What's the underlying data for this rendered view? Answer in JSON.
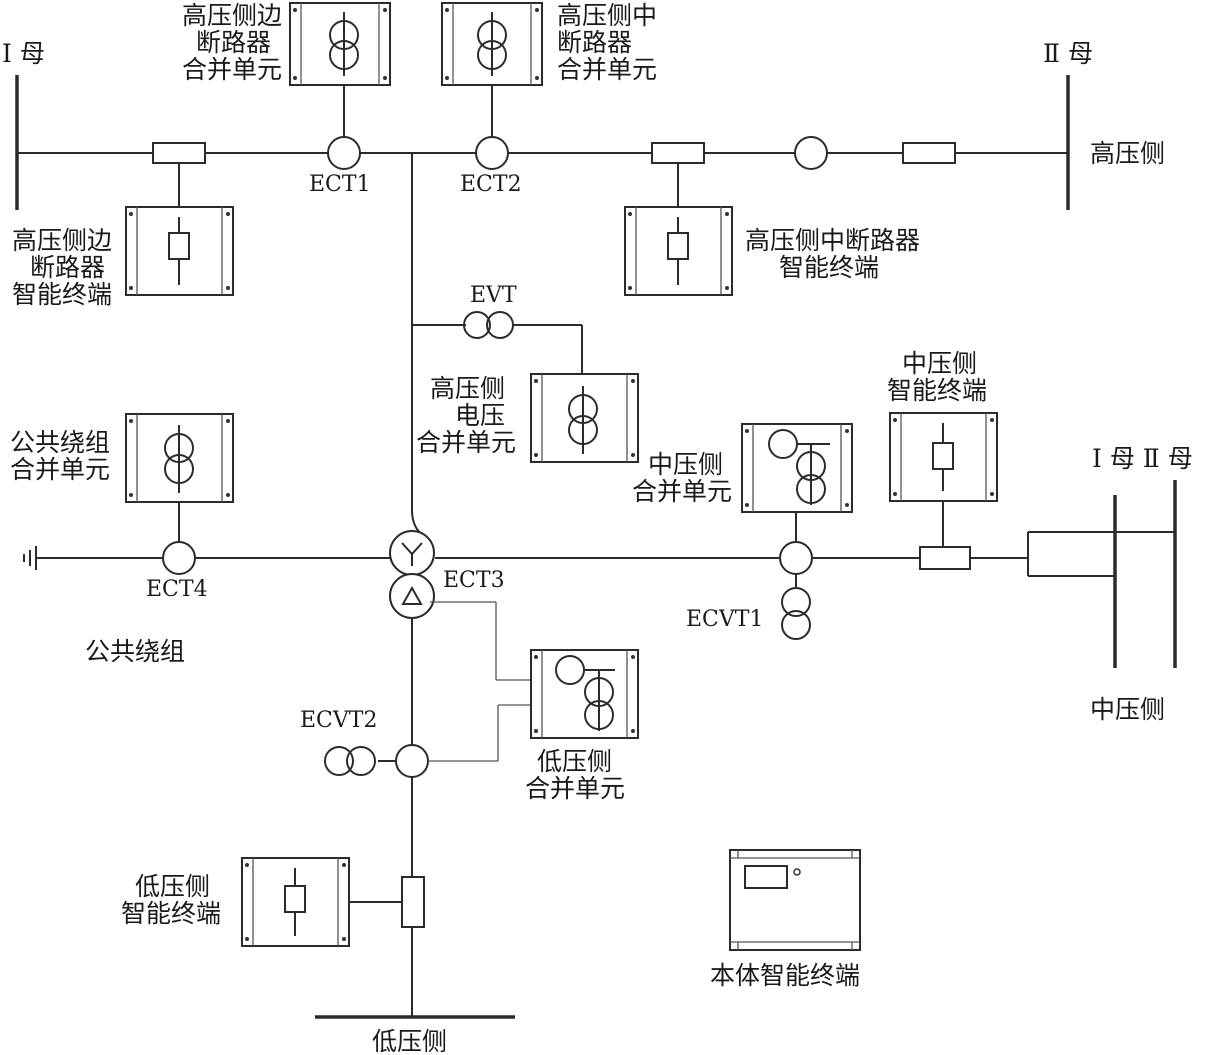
{
  "labels": {
    "hv_bus_i": "Ⅰ 母",
    "hv_bus_ii": "Ⅱ 母",
    "hv_side": "高压侧",
    "mv_bus": "Ⅰ 母 Ⅱ 母",
    "mv_side": "中压侧",
    "lv_side": "低压侧",
    "common_winding": "公共绕组",
    "body_terminal": "本体智能终端"
  },
  "devices": {
    "hv_side_breaker_mu": [
      "高压侧边",
      "断路器",
      "合并单元"
    ],
    "hv_mid_breaker_mu": [
      "高压侧中",
      "断路器",
      "合并单元"
    ],
    "hv_side_breaker_terminal": [
      "高压侧边",
      "断路器",
      "智能终端"
    ],
    "hv_mid_breaker_terminal": [
      "高压侧中断路器",
      "智能终端"
    ],
    "hv_voltage_mu": [
      "高压侧",
      "电压",
      "合并单元"
    ],
    "common_winding_mu": [
      "公共绕组",
      "合并单元"
    ],
    "mv_mu": [
      "中压侧",
      "合并单元"
    ],
    "mv_terminal": [
      "中压侧",
      "智能终端"
    ],
    "lv_mu": [
      "低压侧",
      "合并单元"
    ],
    "lv_terminal": [
      "低压侧",
      "智能终端"
    ]
  },
  "transformers": {
    "ect1": "ECT1",
    "ect2": "ECT2",
    "ect3": "ECT3",
    "ect4": "ECT4",
    "evt": "EVT",
    "ecvt1": "ECVT1",
    "ecvt2": "ECVT2"
  }
}
